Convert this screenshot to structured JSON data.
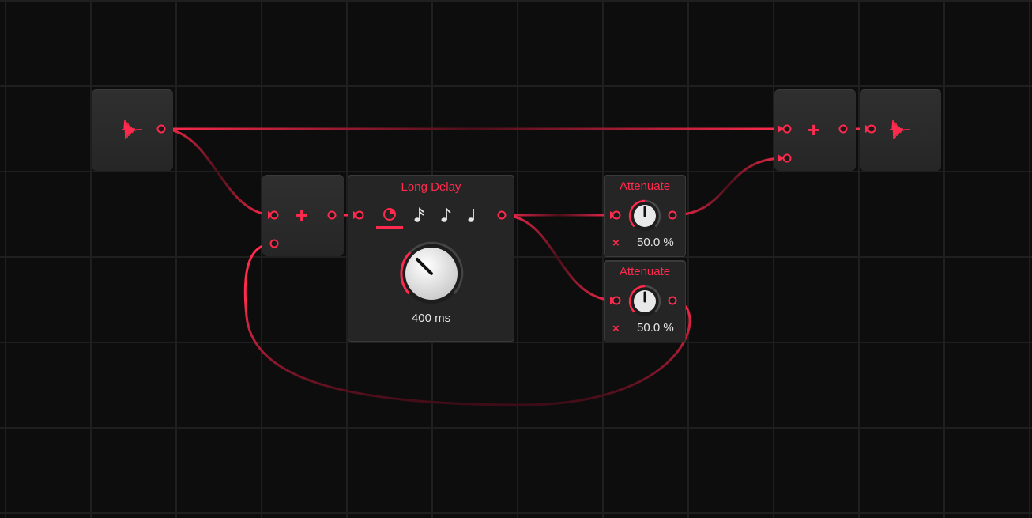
{
  "modules": {
    "input": {
      "icon": "audio-waveform-icon"
    },
    "sum_left": {
      "symbol": "+"
    },
    "long_delay": {
      "title": "Long Delay",
      "time_value": "400 ms",
      "knob_level": 0.4,
      "modes": [
        {
          "icon": "time-mode-icon",
          "active": true
        },
        {
          "icon": "sixteenth-note-icon",
          "active": false
        },
        {
          "icon": "eighth-note-icon",
          "active": false
        },
        {
          "icon": "quarter-note-icon",
          "active": false
        }
      ]
    },
    "attenuate_top": {
      "title": "Attenuate",
      "value": "50.0 %",
      "remove_symbol": "×",
      "knob_level": 0.5
    },
    "attenuate_bottom": {
      "title": "Attenuate",
      "value": "50.0 %",
      "remove_symbol": "×",
      "knob_level": 0.5
    },
    "sum_right": {
      "symbol": "+"
    },
    "output": {
      "icon": "audio-waveform-icon"
    }
  },
  "colors": {
    "accent": "#ff2a4d",
    "background": "#0d0d0d",
    "module": "#2b2b2b",
    "text": "#e6e6e6"
  }
}
